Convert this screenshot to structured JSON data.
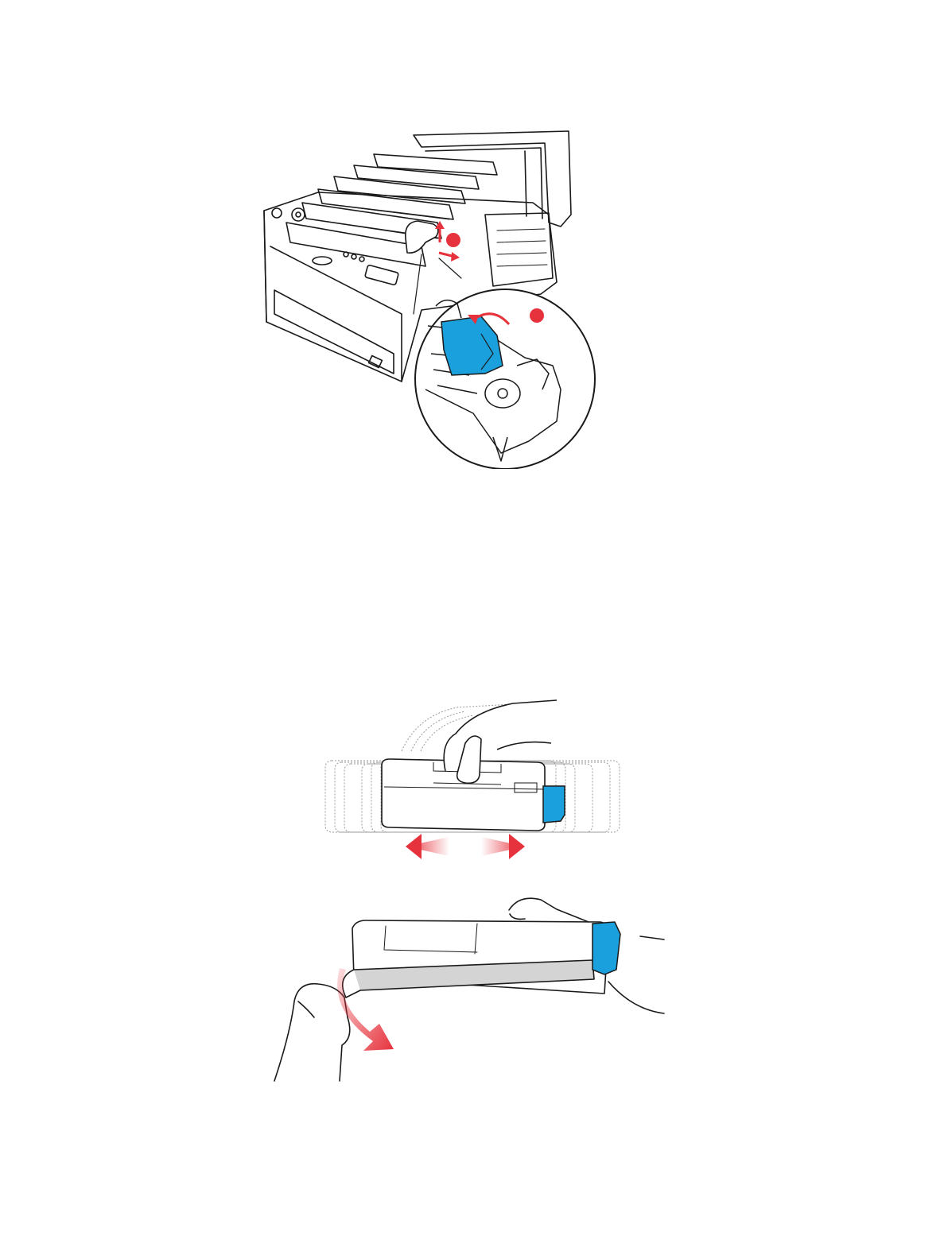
{
  "colors": {
    "line": "#1a1a1a",
    "accent_blue": "#1aa0dc",
    "accent_red": "#e6323c",
    "tape_gray": "#d4d4d4",
    "ghost": "#9a9a9a"
  },
  "figures": [
    {
      "id": "printer-open-lock-lever",
      "icons": [
        "red-step-dot-icon",
        "up-arrow-icon",
        "right-arrow-icon",
        "curved-arrow-icon"
      ]
    },
    {
      "id": "shake-toner-cartridge",
      "icons": [
        "double-arrow-icon"
      ]
    },
    {
      "id": "remove-protective-tape",
      "icons": [
        "curved-pull-arrow-icon"
      ]
    }
  ]
}
